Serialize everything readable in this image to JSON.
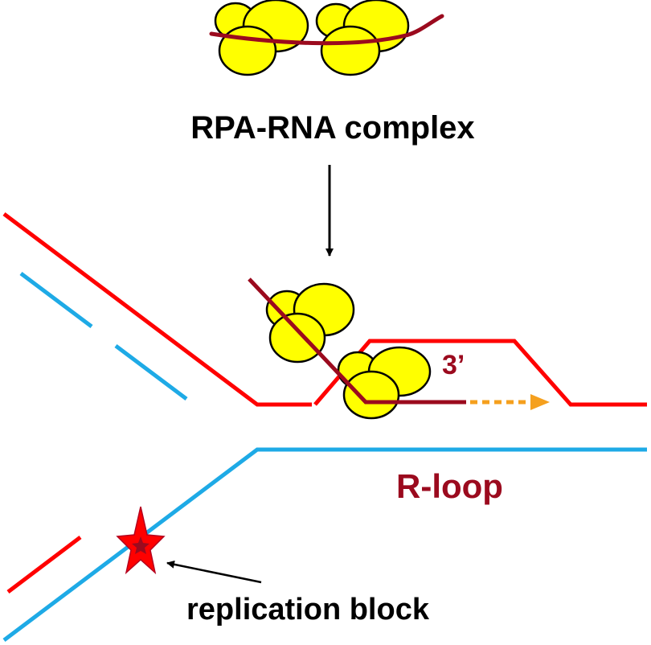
{
  "labels": {
    "complex": "RPA-RNA complex",
    "three_prime": "3’",
    "rloop": "R-loop",
    "block": "replication block"
  },
  "colors": {
    "dna_red": "#ff0000",
    "dna_blue": "#1eaae6",
    "rna": "#9b0a1e",
    "rpa": "#ffff00",
    "extension": "#f5a01e",
    "text": "#000000"
  }
}
